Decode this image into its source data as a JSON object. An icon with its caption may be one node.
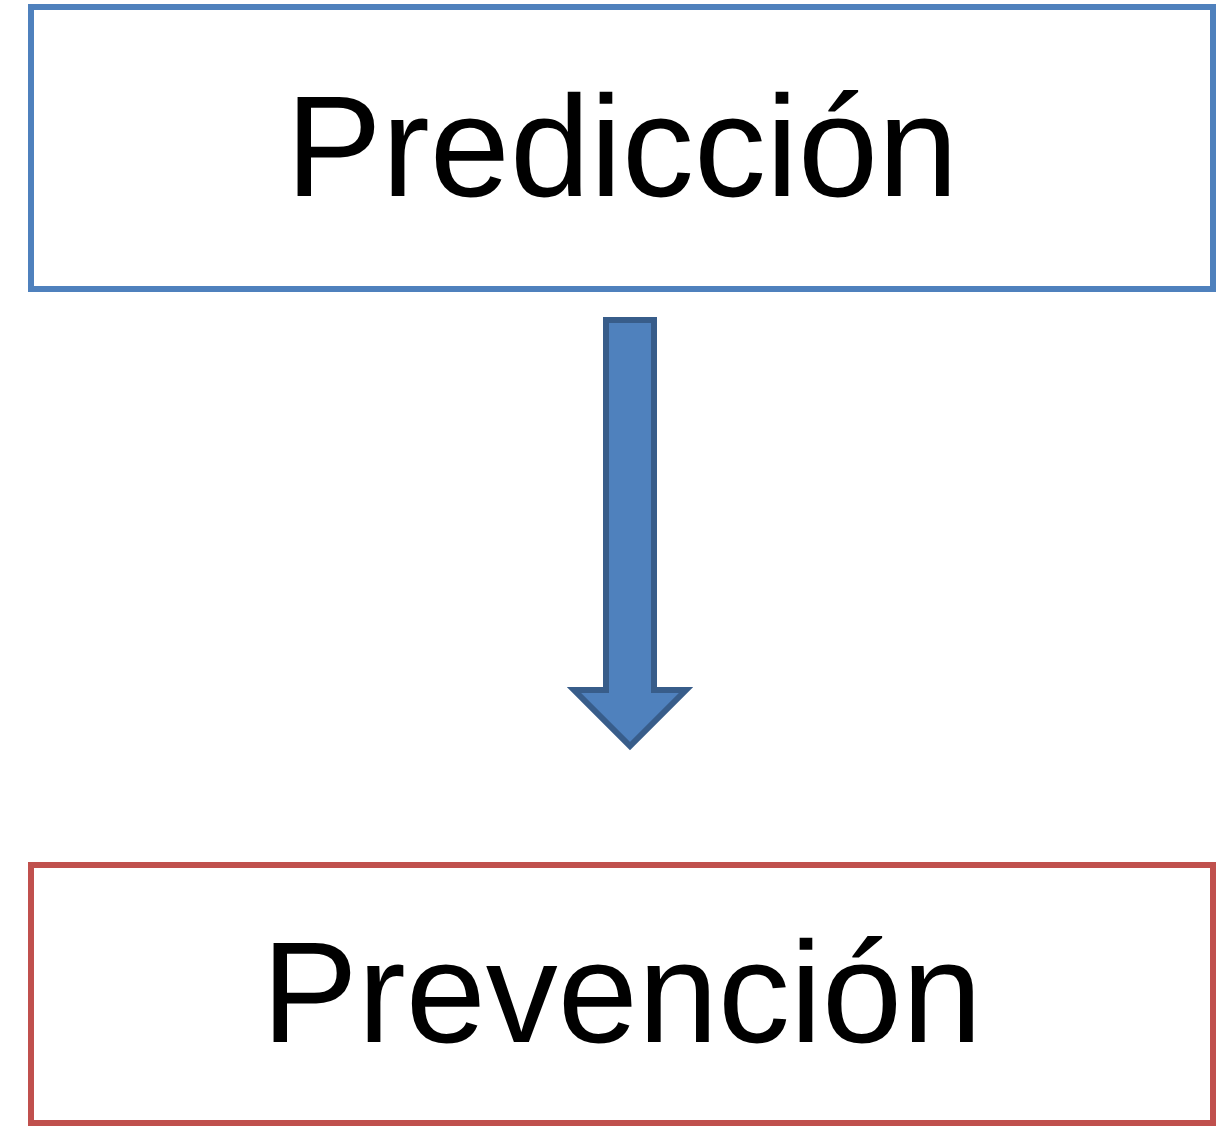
{
  "diagram": {
    "nodes": [
      {
        "text": [
          "Predicción"
        ]
      },
      {
        "text": [
          "Prevención"
        ]
      }
    ],
    "edges": [
      {
        "from": 0,
        "to": 1,
        "arrow": "to",
        "style": "thick"
      }
    ]
  }
}
